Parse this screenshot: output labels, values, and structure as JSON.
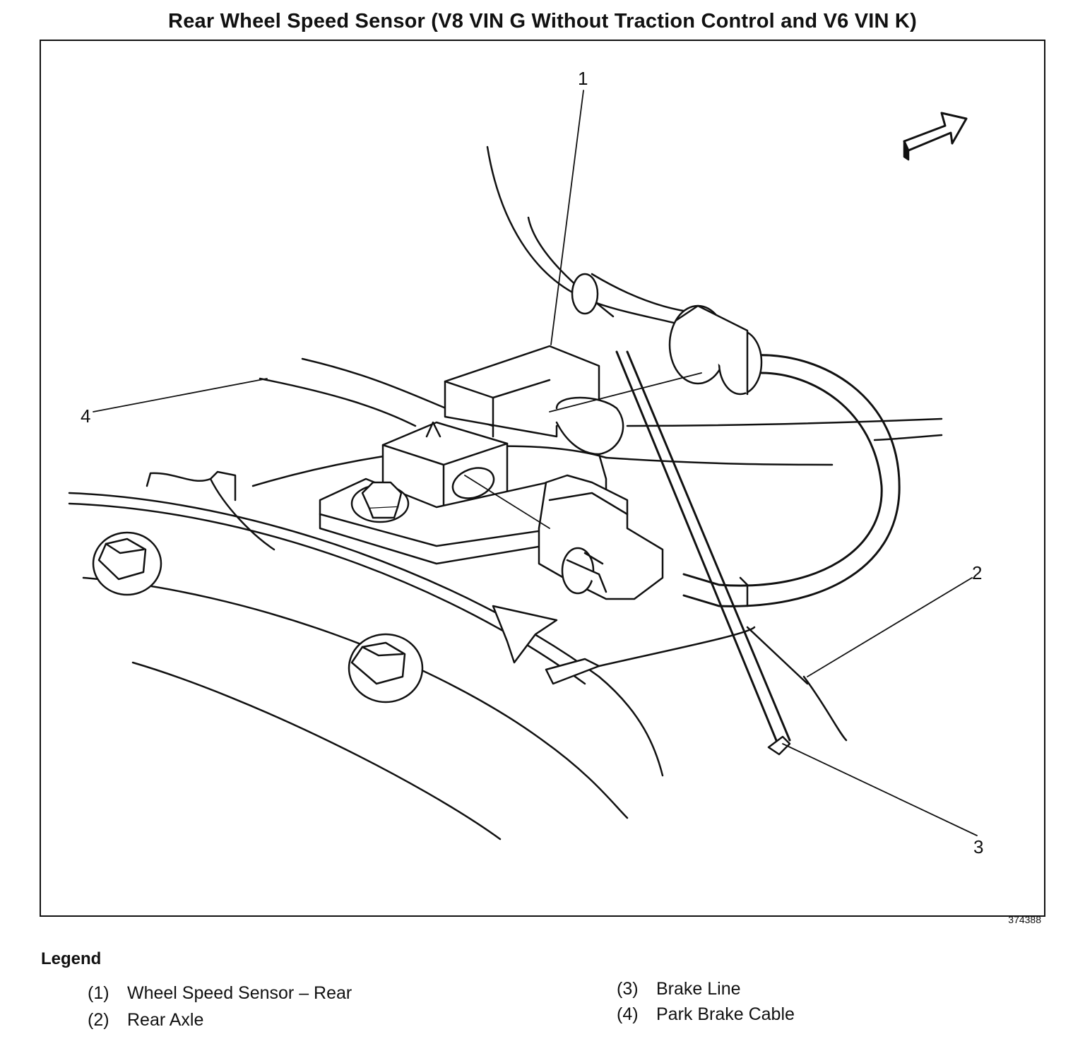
{
  "title": "Rear Wheel Speed Sensor (V8 VIN G Without Traction Control and V6 VIN K)",
  "figure_id": "374388",
  "callouts": [
    "1",
    "2",
    "3",
    "4"
  ],
  "legend": {
    "heading": "Legend",
    "items": [
      {
        "num": "(1)",
        "label": "Wheel Speed Sensor – Rear"
      },
      {
        "num": "(2)",
        "label": "Rear Axle"
      },
      {
        "num": "(3)",
        "label": "Brake Line"
      },
      {
        "num": "(4)",
        "label": "Park Brake Cable"
      }
    ]
  }
}
